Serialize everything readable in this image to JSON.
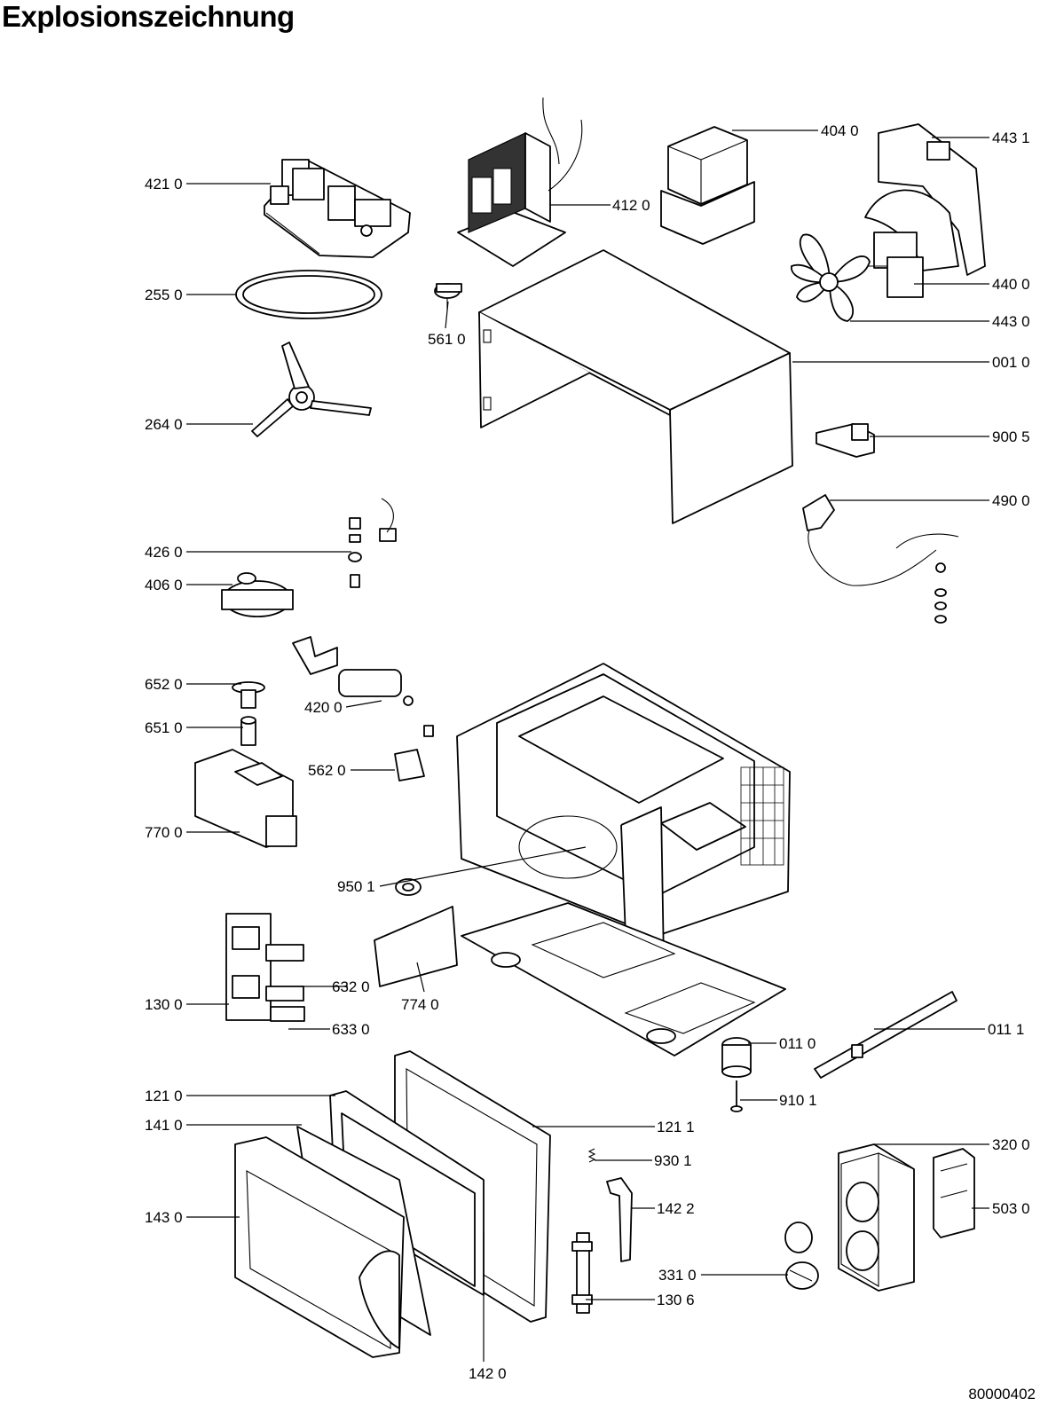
{
  "page_title": "Explosionszeichnung",
  "document_number": "80000402",
  "part_labels": [
    "421 0",
    "412 0",
    "404 0",
    "443 1",
    "255 0",
    "561 0",
    "440 0",
    "443 0",
    "001 0",
    "264 0",
    "900 5",
    "490 0",
    "426 0",
    "406 0",
    "652 0",
    "420 0",
    "651 0",
    "562 0",
    "770 0",
    "950 1",
    "632 0",
    "130 0",
    "774 0",
    "633 0",
    "011 0",
    "011 1",
    "910 1",
    "121 0",
    "121 1",
    "141 0",
    "930 1",
    "320 0",
    "142 2",
    "143 0",
    "503 0",
    "331 0",
    "130 6",
    "142 0"
  ]
}
